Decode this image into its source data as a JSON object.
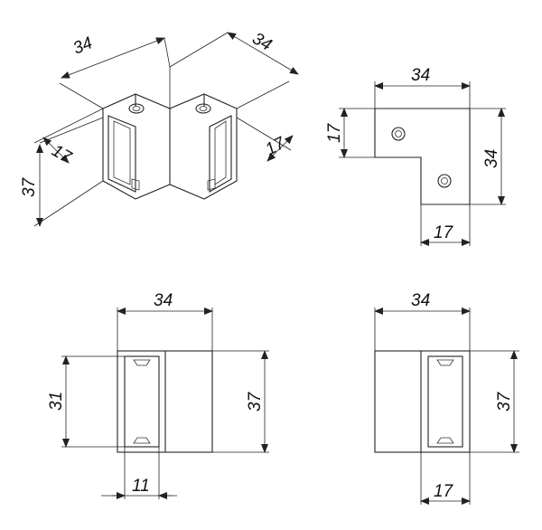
{
  "drawing": {
    "iso": {
      "dim_top_left": "34",
      "dim_top_right": "34",
      "dim_side_left": "17",
      "dim_side_right": "17",
      "dim_height": "37"
    },
    "top_view": {
      "dim_width": "34",
      "dim_left": "17",
      "dim_right": "34",
      "dim_bottom": "17"
    },
    "front_view": {
      "dim_width": "34",
      "dim_inner_height": "31",
      "dim_height": "37",
      "dim_slot_width": "11"
    },
    "side_view": {
      "dim_width": "34",
      "dim_height": "37",
      "dim_bottom": "17"
    }
  }
}
